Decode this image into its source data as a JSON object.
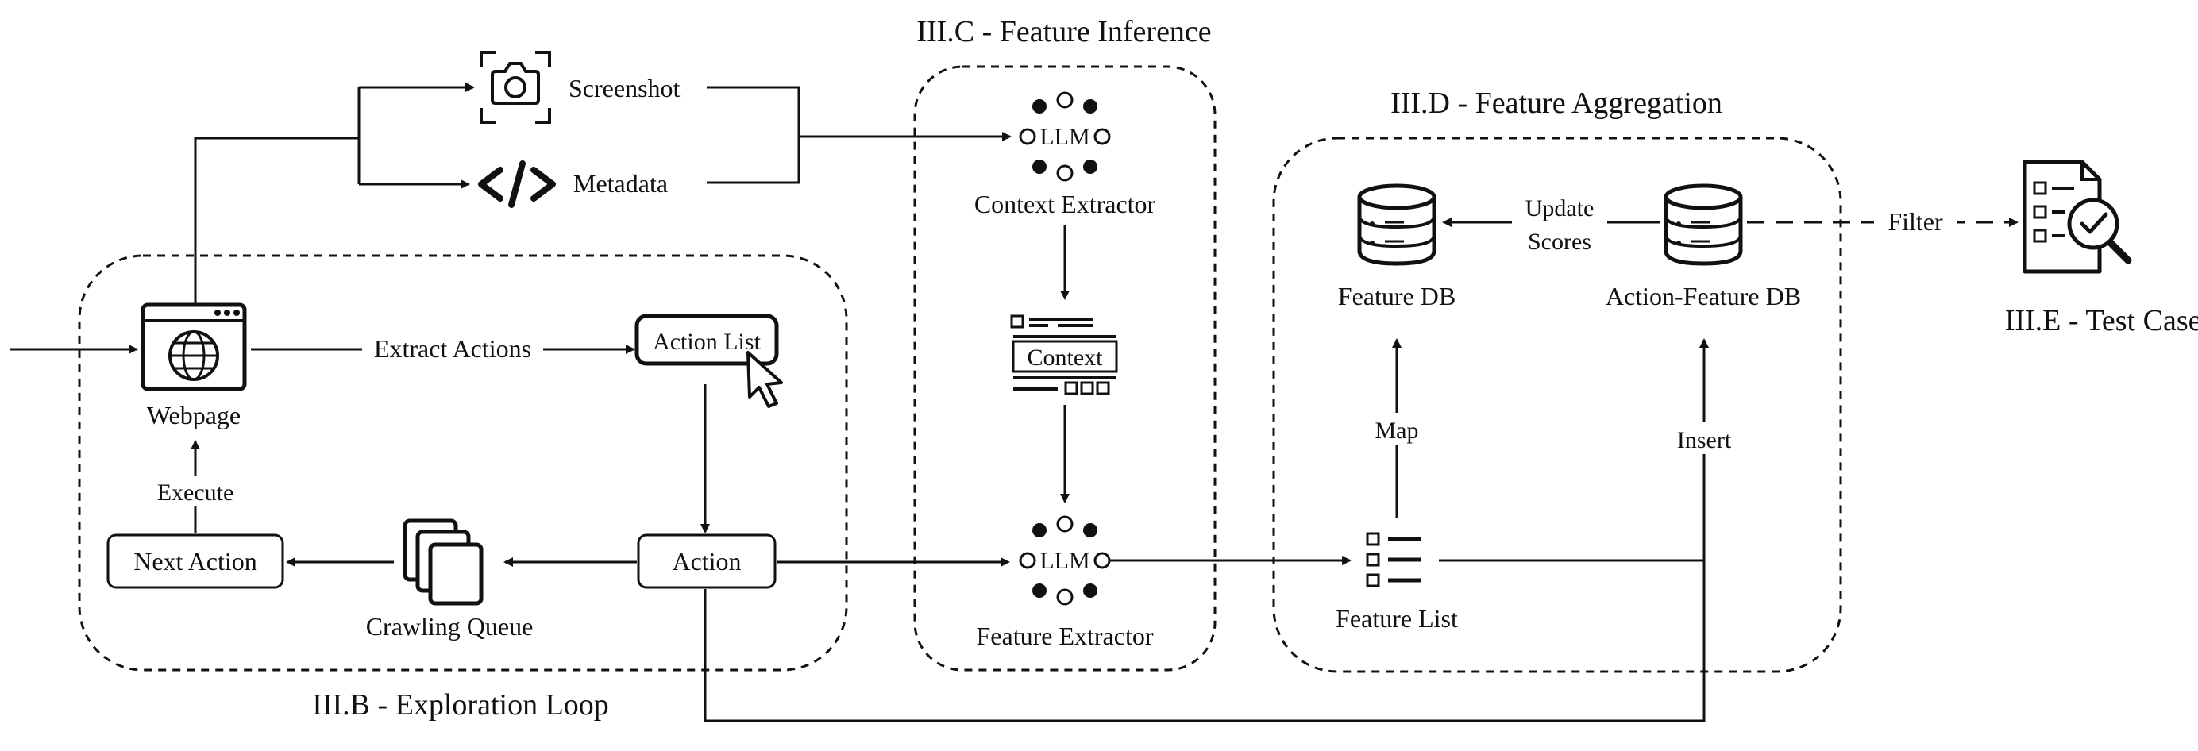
{
  "sections": {
    "exploration": "III.B - Exploration Loop",
    "inference": "III.C - Feature Inference",
    "aggregation": "III.D - Feature Aggregation",
    "test_cases": "III.E - Test Cases"
  },
  "nodes": {
    "screenshot": "Screenshot",
    "metadata": "Metadata",
    "webpage": "Webpage",
    "action_list": "Action List",
    "action": "Action",
    "crawling_queue": "Crawling Queue",
    "next_action": "Next Action",
    "context_extractor": "Context Extractor",
    "context": "Context",
    "feature_extractor": "Feature Extractor",
    "llm_top": "LLM",
    "llm_bottom": "LLM",
    "feature_db": "Feature DB",
    "action_feature_db": "Action-Feature DB",
    "feature_list": "Feature List"
  },
  "edges": {
    "extract_actions": "Extract Actions",
    "execute": "Execute",
    "update": "Update",
    "scores": "Scores",
    "filter": "Filter",
    "map": "Map",
    "insert": "Insert"
  },
  "icons": {
    "camera": "camera-icon",
    "code": "code-icon",
    "browser": "browser-globe-icon",
    "cursor": "cursor-icon",
    "stack": "stacked-pages-icon",
    "llm": "llm-network-icon",
    "document": "context-document-icon",
    "database": "database-icon",
    "list": "list-icon",
    "checklist": "test-checklist-icon"
  },
  "colors": {
    "ink": "#111111",
    "background": "#ffffff"
  }
}
